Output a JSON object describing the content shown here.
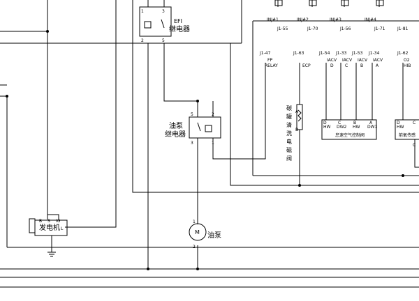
{
  "relays": {
    "efi": {
      "label_line1": "EFI",
      "label_line2": "继电器",
      "pins": [
        "1",
        "3",
        "2",
        "5"
      ]
    },
    "fuel_pump": {
      "label_line1": "油泵",
      "label_line2": "继电器",
      "pins": [
        "5",
        "2",
        "3",
        "1"
      ]
    }
  },
  "alternator": {
    "label": "发电机",
    "pins": [
      "B",
      "S",
      "IG",
      "L"
    ]
  },
  "pump_motor": {
    "symbol": "M",
    "label": "油泵",
    "pins": [
      "1",
      "2"
    ]
  },
  "canister_valve": {
    "label_chars": [
      "碳",
      "罐",
      "清",
      "洗",
      "电",
      "磁",
      "阀"
    ],
    "pins": [
      "A",
      "B"
    ]
  },
  "injector_connectors": [
    {
      "code": "INJ#1",
      "pin": "J1-55"
    },
    {
      "code": "INJ#2",
      "pin": "J1-70"
    },
    {
      "code": "INJ#3",
      "pin": "J1-56"
    },
    {
      "code": "INJ#4",
      "pin": "J1-71"
    },
    {
      "code": "",
      "pin": "J1-81"
    }
  ],
  "ecu_terminals": [
    {
      "pin": "J1-47",
      "line1": "FP",
      "line2": "RELAY"
    },
    {
      "pin": "J1-63",
      "line1": "ECP",
      "line2": ""
    },
    {
      "pin": "J1-54",
      "line1": "IACV",
      "line2": "D"
    },
    {
      "pin": "J1-33",
      "line1": "IACV",
      "line2": "C"
    },
    {
      "pin": "J1-53",
      "line1": "IACV",
      "line2": "B"
    },
    {
      "pin": "J1-34",
      "line1": "IACV",
      "line2": "A"
    },
    {
      "pin": "J1-62",
      "line1": "O2",
      "line2": "HIB"
    }
  ],
  "idle_valve": {
    "label": "怠速空气控制阀",
    "pins": [
      "D",
      "C",
      "B",
      "A"
    ],
    "sub": [
      "HW",
      "DW2",
      "HW",
      "DW1"
    ]
  },
  "o2_sensor": {
    "label": "前氧传感",
    "pins": [
      "D",
      "C"
    ],
    "sub": [
      "HW",
      "C"
    ]
  }
}
